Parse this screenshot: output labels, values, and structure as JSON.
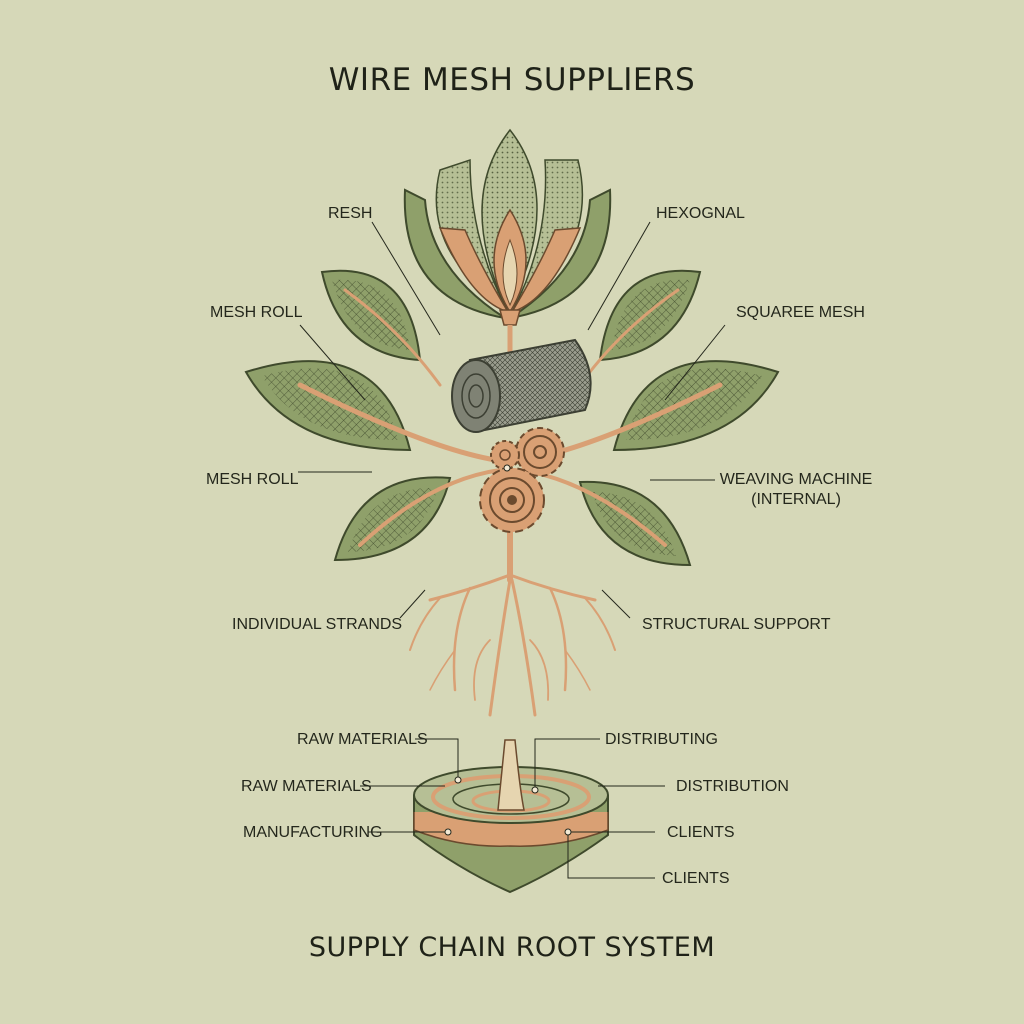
{
  "title": "WIRE MESH SUPPLIERS",
  "subtitle": "SUPPLY CHAIN ROOT SYSTEM",
  "labels": {
    "resh": "RESH",
    "hexognal": "HEXOGNAL",
    "mesh_roll_top": "MESH ROLL",
    "squaree_mesh": "SQUAREE MESH",
    "mesh_roll_mid": "MESH ROLL",
    "weaving_machine_1": "WEAVING MACHINE",
    "weaving_machine_2": "(INTERNAL)",
    "individual_strands": "INDIVIDUAL STRANDS",
    "structural_support": "STRUCTURAL SUPPORT",
    "raw_materials_1": "RAW MATERIALS",
    "raw_materials_2": "RAW MATERIALS",
    "manufacturing": "MANUFACTURING",
    "distributing": "DISTRIBUTING",
    "distribution": "DISTRIBUTION",
    "clients_1": "CLIENTS",
    "clients_2": "CLIENTS"
  },
  "colors": {
    "background": "#d6d8b8",
    "leaf_green": "#8fa06a",
    "leaf_dark": "#3f4a2c",
    "stem_orange": "#d9a074",
    "ink": "#24271c"
  }
}
